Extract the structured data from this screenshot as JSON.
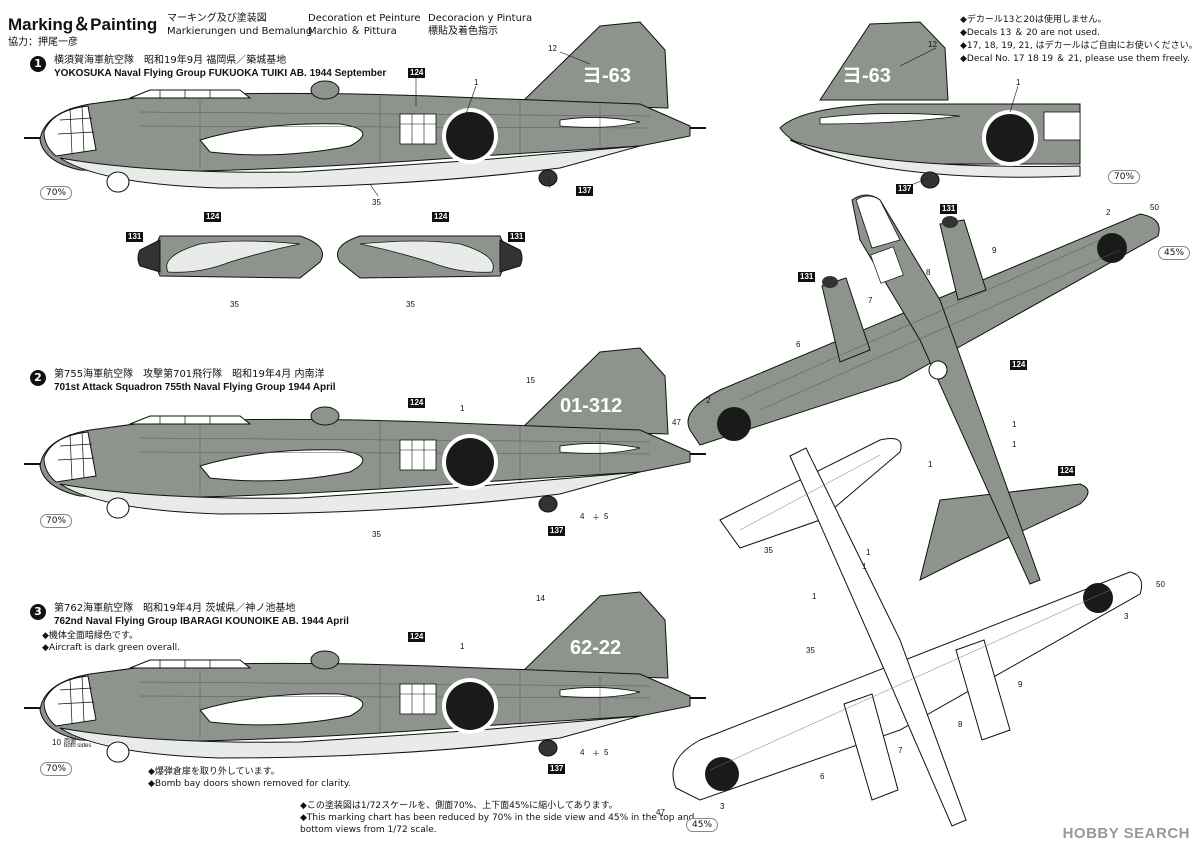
{
  "header": {
    "title": "Marking＆Painting",
    "credit": "協力：押尾一彦",
    "col1": [
      "マーキング及び塗装図",
      "Markierungen und Bemalung"
    ],
    "col2": [
      "Decoration et Peinture",
      "Marchio ＆ Pittura"
    ],
    "col3": [
      "Decoracion y Pintura",
      "標貼及着色指示"
    ]
  },
  "decal_notes": [
    "◆デカール13と20は使用しません。",
    "◆Decals 13 ＆ 20 are not used.",
    "◆17, 18, 19, 21, はデカールはご自由にお使いください。",
    "◆Decal No. 17  18  19 ＆ 21, please use them freely."
  ],
  "schemes": [
    {
      "number": "1",
      "jp": "横須賀海軍航空隊　昭和19年9月 福岡県／築城基地",
      "en": "YOKOSUKA Naval Flying Group FUKUOKA TUIKI AB. 1944 September",
      "tail_code": "ヨ-63",
      "scale": "70%"
    },
    {
      "number": "2",
      "jp": "第755海軍航空隊　攻撃第701飛行隊　昭和19年4月 内南洋",
      "en": "701st Attack Squadron 755th Naval Flying Group 1944 April",
      "tail_code": "01-312",
      "scale": "70%"
    },
    {
      "number": "3",
      "jp": "第762海軍航空隊　昭和19年4月 茨城県／神ノ池基地",
      "en": "762nd Naval Flying Group IBARAGI KOUNOIKE AB. 1944 April",
      "tail_code": "62-22",
      "scale": "70%",
      "notes": [
        "◆機体全面暗緑色です。",
        "◆Aircraft is dark green overall."
      ],
      "bomb_notes": [
        "◆爆弾倉扉を取り外しています。",
        "◆Bomb bay doors shown removed for clarity."
      ],
      "both_sides": [
        "両側",
        "both sides"
      ]
    }
  ],
  "side_scale_right": "70%",
  "top_scale": "45%",
  "bottom_scale": "45%",
  "footer_notes": [
    "◆この塗装図は1/72スケールを、側面70%、上下面45%に縮小してあります。",
    "◆This marking chart has been reduced by 70% in the side view and 45% in the top and",
    "bottom views from 1/72 scale."
  ],
  "callouts": {
    "n1": "1",
    "n2": "2",
    "n3": "3",
    "n4": "4",
    "n5": "5",
    "n6": "6",
    "n7": "7",
    "n8": "8",
    "n9": "9",
    "n10": "10",
    "n12": "12",
    "n14": "14",
    "n15": "15",
    "n35": "35",
    "n47": "47",
    "n50": "50",
    "b124": "124",
    "b131": "131",
    "b137": "137",
    "plus": "＋"
  },
  "watermark": "HOBBY SEARCH",
  "colors": {
    "dark_green": "#8d948c",
    "light_gray": "#e8ebea",
    "hinomaru": "#1a1a1a",
    "ink": "#111111"
  }
}
